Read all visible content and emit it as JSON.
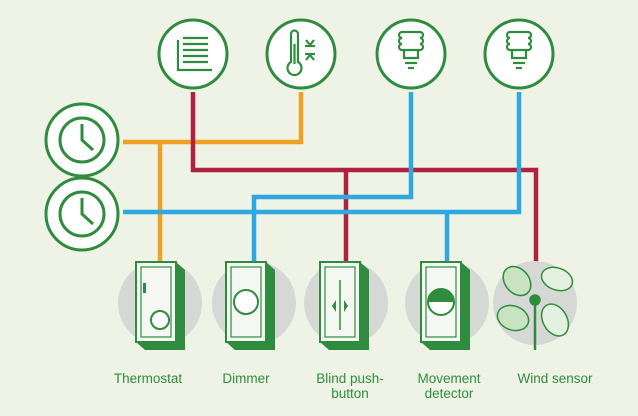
{
  "colors": {
    "background": "#eef3e6",
    "green": "#2f8c3f",
    "orange": "#f0a024",
    "red": "#b0203f",
    "blue": "#2fa8e0",
    "device_shadow": "#d5d8d4"
  },
  "sensors_top": [
    {
      "icon": "blind-icon"
    },
    {
      "icon": "thermometer-icon"
    },
    {
      "icon": "bulb-icon"
    },
    {
      "icon": "bulb-icon"
    }
  ],
  "timers": [
    {
      "icon": "clock-icon"
    },
    {
      "icon": "clock-icon"
    }
  ],
  "devices": [
    {
      "label": "Thermostat",
      "icon": "thermostat-icon"
    },
    {
      "label": "Dimmer",
      "icon": "dimmer-icon"
    },
    {
      "label_line1": "Blind push-",
      "label_line2": "button",
      "icon": "blind-pushbutton-icon"
    },
    {
      "label_line1": "Movement",
      "label_line2": "detector",
      "icon": "movement-detector-icon"
    },
    {
      "label": "Wind sensor",
      "icon": "wind-sensor-icon"
    }
  ]
}
